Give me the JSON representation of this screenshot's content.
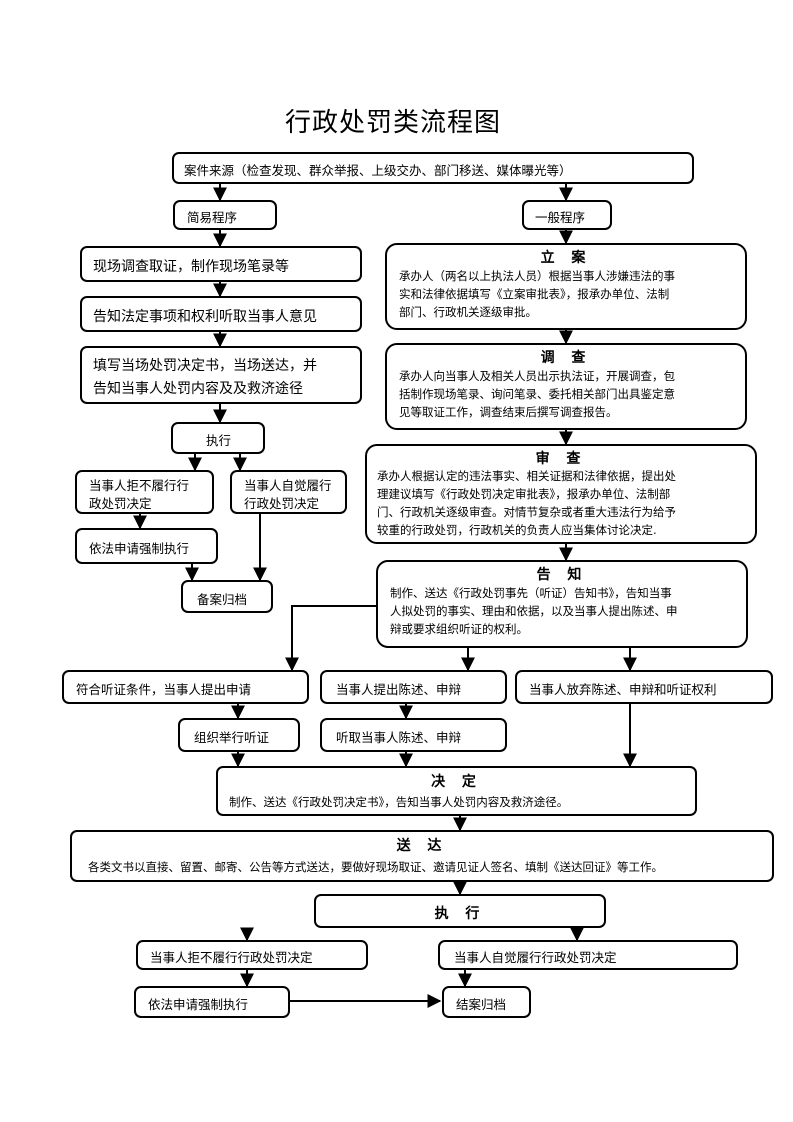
{
  "title": "行政处罚类流程图",
  "source": "案件来源（检查发现、群众举报、上级交办、部门移送、媒体曝光等）",
  "simple": {
    "label": "简易程序",
    "step1": "现场调查取证，制作现场笔录等",
    "step2": "告知法定事项和权利听取当事人意见",
    "step3_line1": "填写当场处罚决定书，当场送达，并",
    "step3_line2": "告知当事人处罚内容及及救济途径",
    "execute": "执行",
    "refuse_line1": "当事人拒不履行行",
    "refuse_line2": "政处罚决定",
    "comply_line1": "当事人自觉履行",
    "comply_line2": "行政处罚决定",
    "enforce": "依法申请强制执行",
    "archive": "备案归档"
  },
  "general": {
    "label": "一般程序",
    "filing": {
      "heading": "立  案",
      "line1": "承办人（两名以上执法人员）根据当事人涉嫌违法的事",
      "line2": "实和法律依据填写《立案审批表》，报承办单位、法制",
      "line3": "部门、行政机关逐级审批。"
    },
    "investigate": {
      "heading": "调  查",
      "line1": "承办人向当事人及相关人员出示执法证，开展调查，包",
      "line2": "括制作现场笔录、询问笔录、委托相关部门出具鉴定意",
      "line3": "见等取证工作，调查结束后撰写调查报告。"
    },
    "review": {
      "heading": "审  查",
      "line1": "承办人根据认定的违法事实、相关证据和法律依据，提出处",
      "line2": "理建议填写《行政处罚决定审批表》，报承办单位、法制部",
      "line3": "门、行政机关逐级审查。对情节复杂或者重大违法行为给予",
      "line4": "较重的行政处罚，行政机关的负责人应当集体讨论决定."
    },
    "notify": {
      "heading": "告  知",
      "line1": "制作、送达《行政处罚事先（听证）告知书》，告知当事",
      "line2": "人拟处罚的事实、理由和依据，以及当事人提出陈述、申",
      "line3": "辩或要求组织听证的权利。"
    },
    "hearing_request": "符合听证条件，当事人提出申请",
    "statement": "当事人提出陈述、申辩",
    "waive": "当事人放弃陈述、申辩和听证权利",
    "hold_hearing": "组织举行听证",
    "listen": "听取当事人陈述、申辩",
    "decision": {
      "heading": "决  定",
      "text": "制作、送达《行政处罚决定书》，告知当事人处罚内容及救济途径。"
    },
    "delivery": {
      "heading": "送  达",
      "text": "各类文书以直接、留置、邮寄、公告等方式送达，要做好现场取证、邀请见证人签名、填制《送达回证》等工作。"
    },
    "execute": "执  行",
    "refuse": "当事人拒不履行行政处罚决定",
    "comply": "当事人自觉履行行政处罚决定",
    "enforce": "依法申请强制执行",
    "close": "结案归档"
  }
}
